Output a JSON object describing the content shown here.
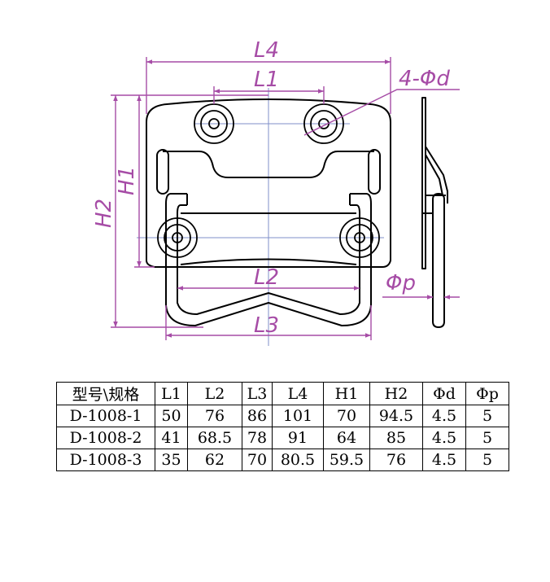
{
  "dimensions": {
    "l4": "L4",
    "l1": "L1",
    "l2": "L2",
    "l3": "L3",
    "h1": "H1",
    "h2": "H2",
    "hole": "4-Φd",
    "wire": "Φp"
  },
  "table": {
    "headers": [
      "型号\\规格",
      "L1",
      "L2",
      "L3",
      "L4",
      "H1",
      "H2",
      "Φd",
      "Φp"
    ],
    "rows": [
      [
        "D-1008-1",
        "50",
        "76",
        "86",
        "101",
        "70",
        "94.5",
        "4.5",
        "5"
      ],
      [
        "D-1008-2",
        "41",
        "68.5",
        "78",
        "91",
        "64",
        "85",
        "4.5",
        "5"
      ],
      [
        "D-1008-3",
        "35",
        "62",
        "70",
        "80.5",
        "59.5",
        "76",
        "4.5",
        "5"
      ]
    ]
  },
  "colors": {
    "dimension": "#a64ca6",
    "line": "#000000",
    "centerline": "#7f8fc9"
  }
}
